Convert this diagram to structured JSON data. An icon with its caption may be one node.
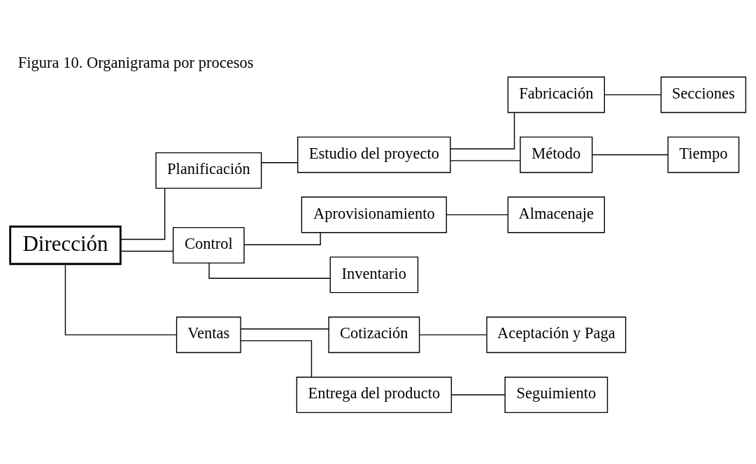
{
  "diagram": {
    "title": "Figura 10. Organigrama por procesos",
    "nodes": [
      {
        "text": [
          "Dirección"
        ]
      },
      {
        "text": [
          "Planificación"
        ]
      },
      {
        "text": [
          "Estudio del proyecto"
        ]
      },
      {
        "text": [
          "Fabricación"
        ]
      },
      {
        "text": [
          "Secciones"
        ]
      },
      {
        "text": [
          "Método"
        ]
      },
      {
        "text": [
          "Tiempo"
        ]
      },
      {
        "text": [
          "Control"
        ]
      },
      {
        "text": [
          "Aprovisionamiento"
        ]
      },
      {
        "text": [
          "Almacenaje"
        ]
      },
      {
        "text": [
          "Inventario"
        ]
      },
      {
        "text": [
          "Ventas"
        ]
      },
      {
        "text": [
          "Cotización"
        ]
      },
      {
        "text": [
          "Aceptación y Paga"
        ]
      },
      {
        "text": [
          "Entrega del producto"
        ]
      },
      {
        "text": [
          "Seguimiento"
        ]
      }
    ],
    "edges": [
      {
        "from": 0,
        "to": 1,
        "arrow": "none"
      },
      {
        "from": 1,
        "to": 2,
        "arrow": "none"
      },
      {
        "from": 2,
        "to": 3,
        "arrow": "none"
      },
      {
        "from": 3,
        "to": 4,
        "arrow": "none"
      },
      {
        "from": 2,
        "to": 5,
        "arrow": "none"
      },
      {
        "from": 5,
        "to": 6,
        "arrow": "none"
      },
      {
        "from": 0,
        "to": 7,
        "arrow": "none"
      },
      {
        "from": 7,
        "to": 8,
        "arrow": "none"
      },
      {
        "from": 8,
        "to": 9,
        "arrow": "none"
      },
      {
        "from": 7,
        "to": 10,
        "arrow": "none"
      },
      {
        "from": 0,
        "to": 11,
        "arrow": "none"
      },
      {
        "from": 11,
        "to": 12,
        "arrow": "none"
      },
      {
        "from": 12,
        "to": 13,
        "arrow": "none"
      },
      {
        "from": 11,
        "to": 14,
        "arrow": "none"
      },
      {
        "from": 14,
        "to": 15,
        "arrow": "none"
      }
    ]
  }
}
